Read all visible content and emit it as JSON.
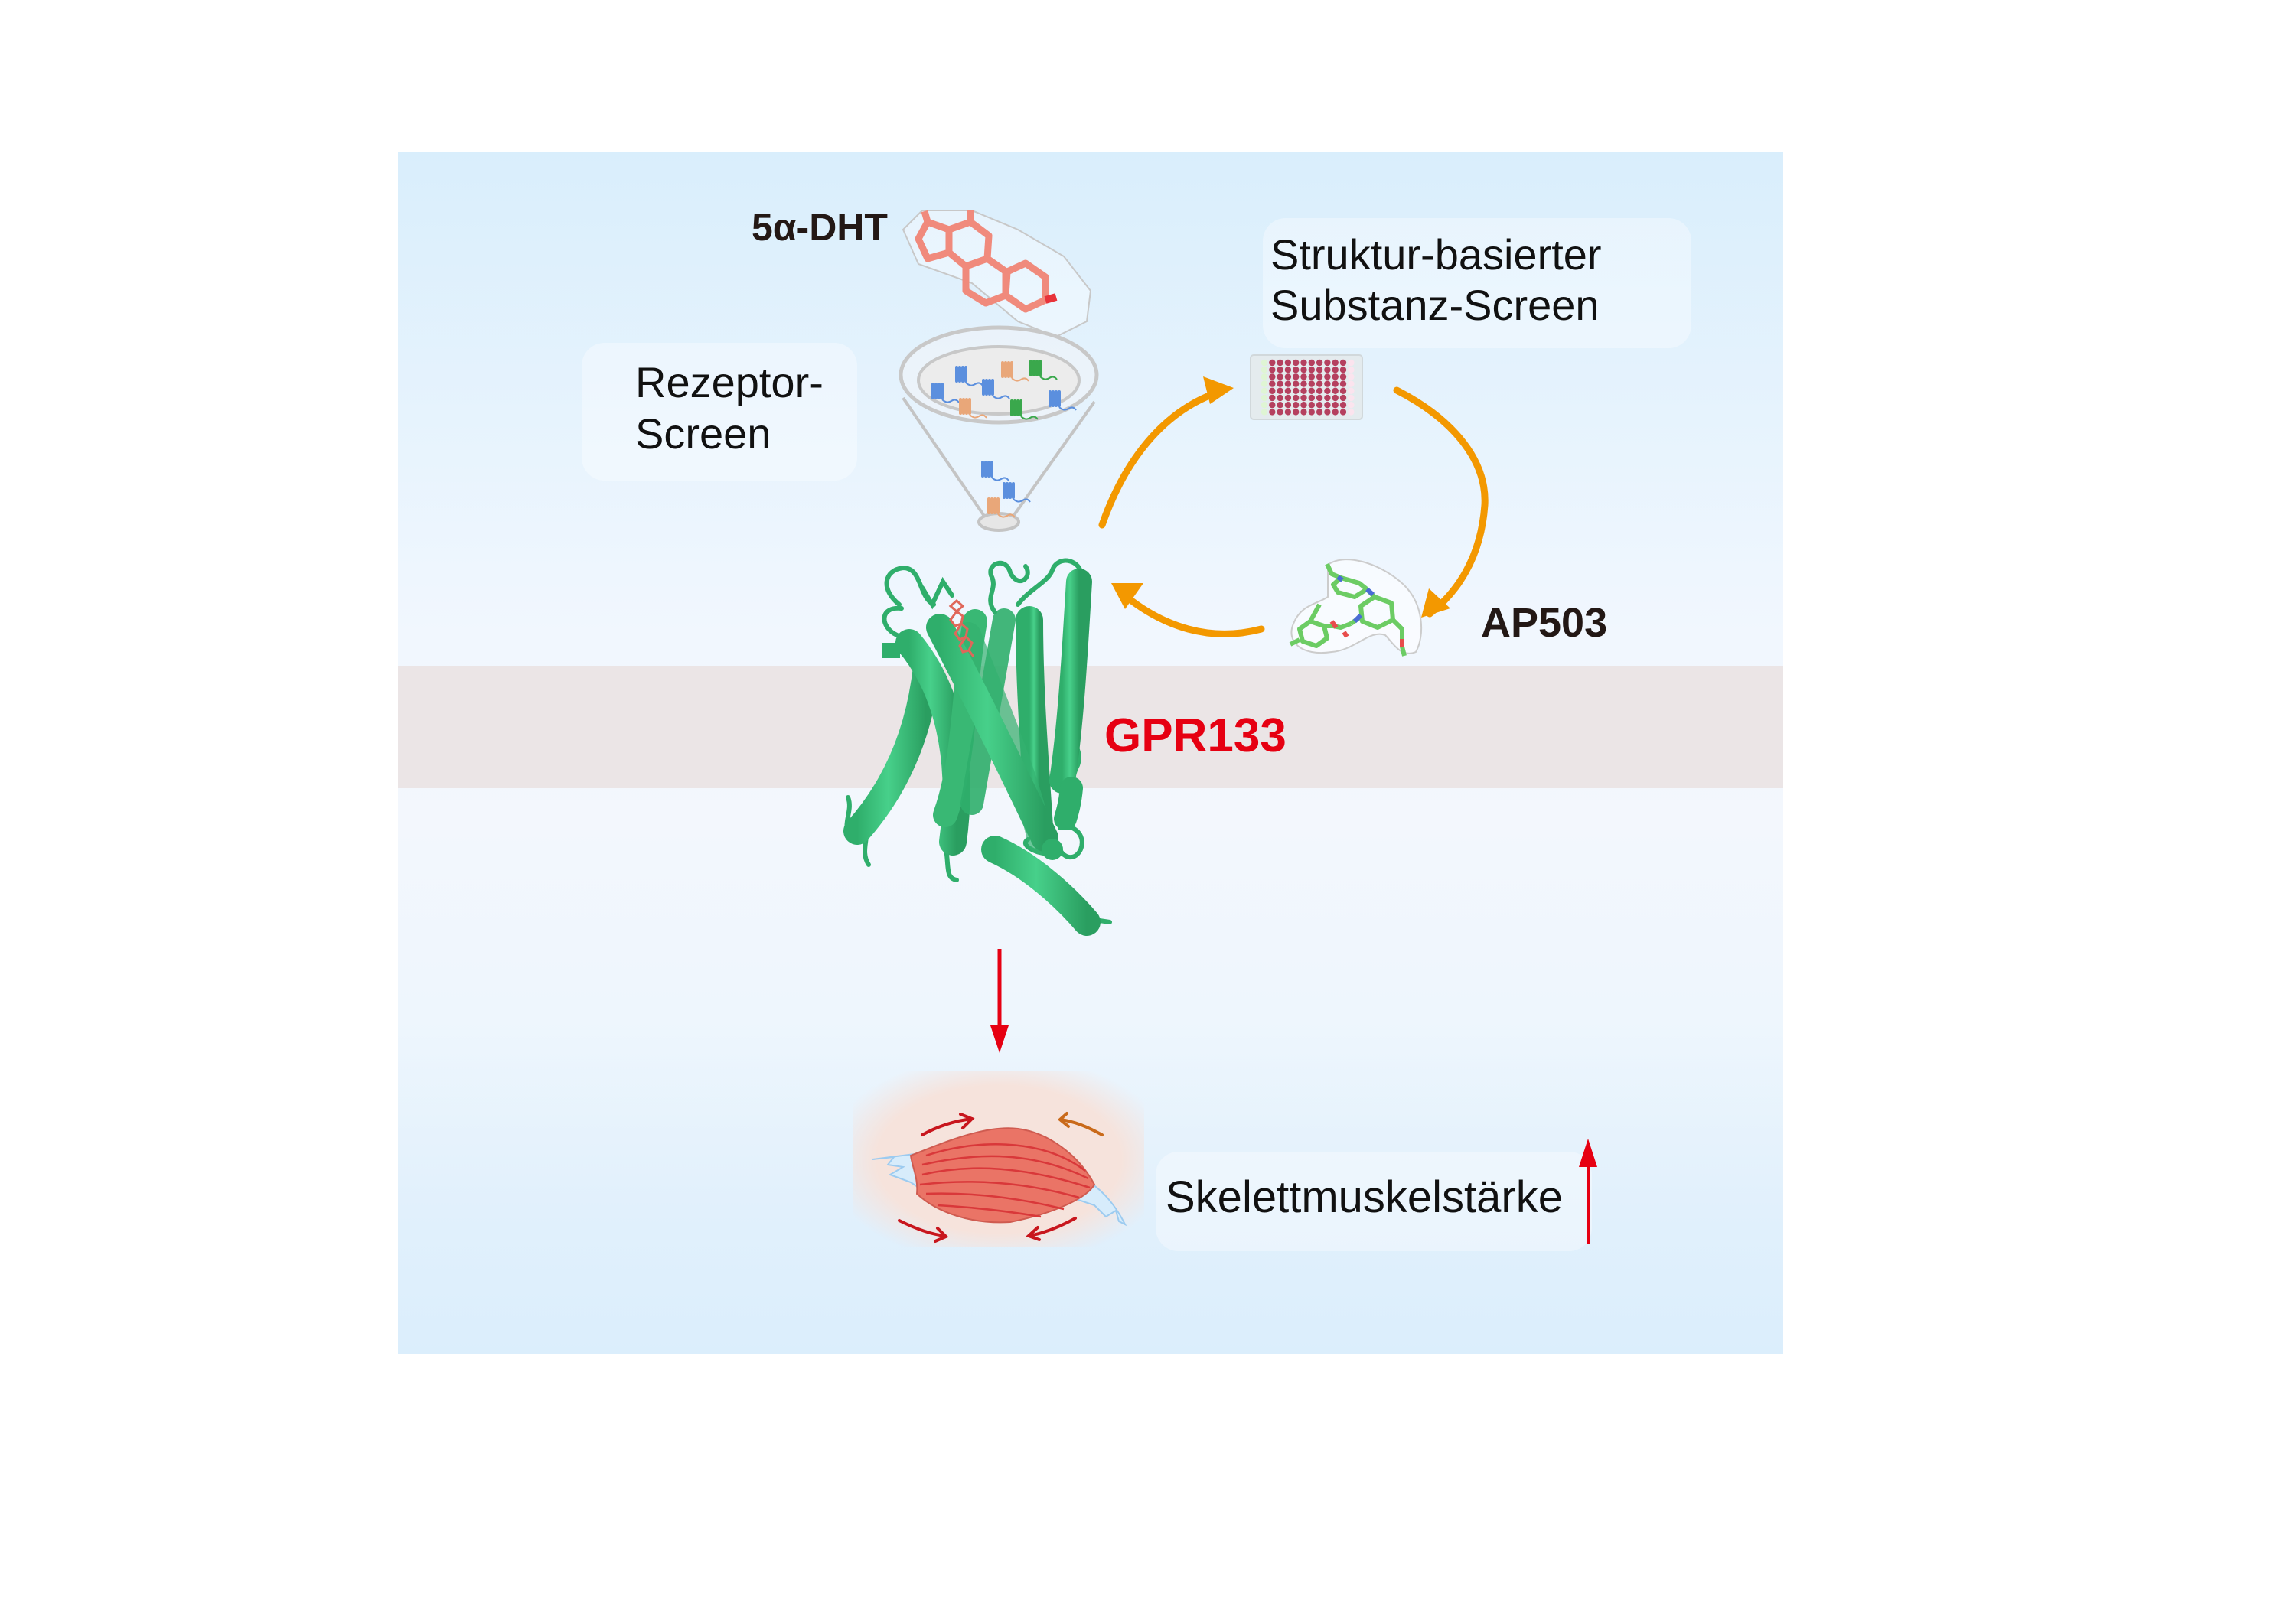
{
  "labels": {
    "dht": "5α-DHT",
    "receptor_screen_line1": "Rezeptor-",
    "receptor_screen_line2": "Screen",
    "compound_screen_line1": "Struktur-basierter",
    "compound_screen_line2": "Substanz-Screen",
    "compound": "AP503",
    "receptor": "GPR133",
    "outcome": "Skelettmuskelstärke"
  },
  "colors": {
    "panel_top": "#d9eefc",
    "panel_mid": "#f3f7fd",
    "membrane": "#ebe5e6",
    "receptor_green": "#3cc47c",
    "cycle_arrow_orange": "#f39800",
    "signal_arrow_red": "#e60012",
    "receptor_label_red": "#e60012",
    "dht_molecule": "#f08a7c",
    "muscle": "#e8685a",
    "tendon": "#d7ecfb",
    "plate_well": "#b5405f"
  },
  "icons": {
    "dht_molecule": "steroid-molecule-icon",
    "funnel": "receptor-funnel-icon",
    "plate": "96-well-plate-icon",
    "ap503_molecule": "ap503-molecule-icon",
    "receptor_structure": "gpcr-7tm-structure-icon",
    "muscle": "skeletal-muscle-icon",
    "increase_arrow": "up-arrow-icon",
    "signal_arrow": "down-arrow-icon"
  },
  "funnel_receptors": {
    "top": [
      "blue",
      "blue",
      "blue",
      "orange",
      "orange",
      "green",
      "green",
      "blue"
    ],
    "inside": [
      "blue",
      "blue",
      "orange"
    ]
  },
  "plate": {
    "rows": 8,
    "columns": 12
  }
}
